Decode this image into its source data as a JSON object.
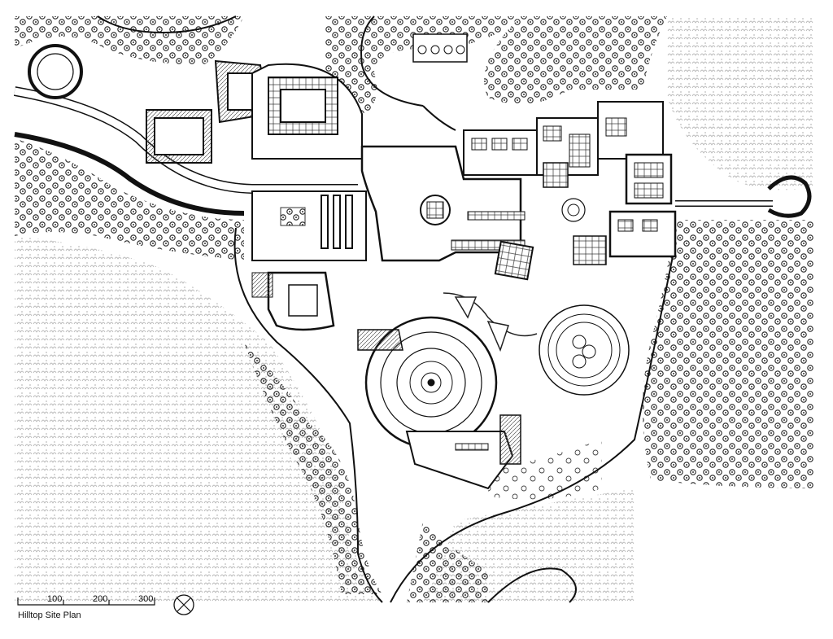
{
  "map": {
    "caption": "Hilltop Site Plan",
    "scale_ticks": [
      "100",
      "200",
      "300"
    ],
    "north_symbol": "north-arrow-compass",
    "colors": {
      "ink": "#111111",
      "paper": "#ffffff",
      "vegetation": "#3a3a3a",
      "light_vegetation": "#9a9a9a"
    }
  }
}
